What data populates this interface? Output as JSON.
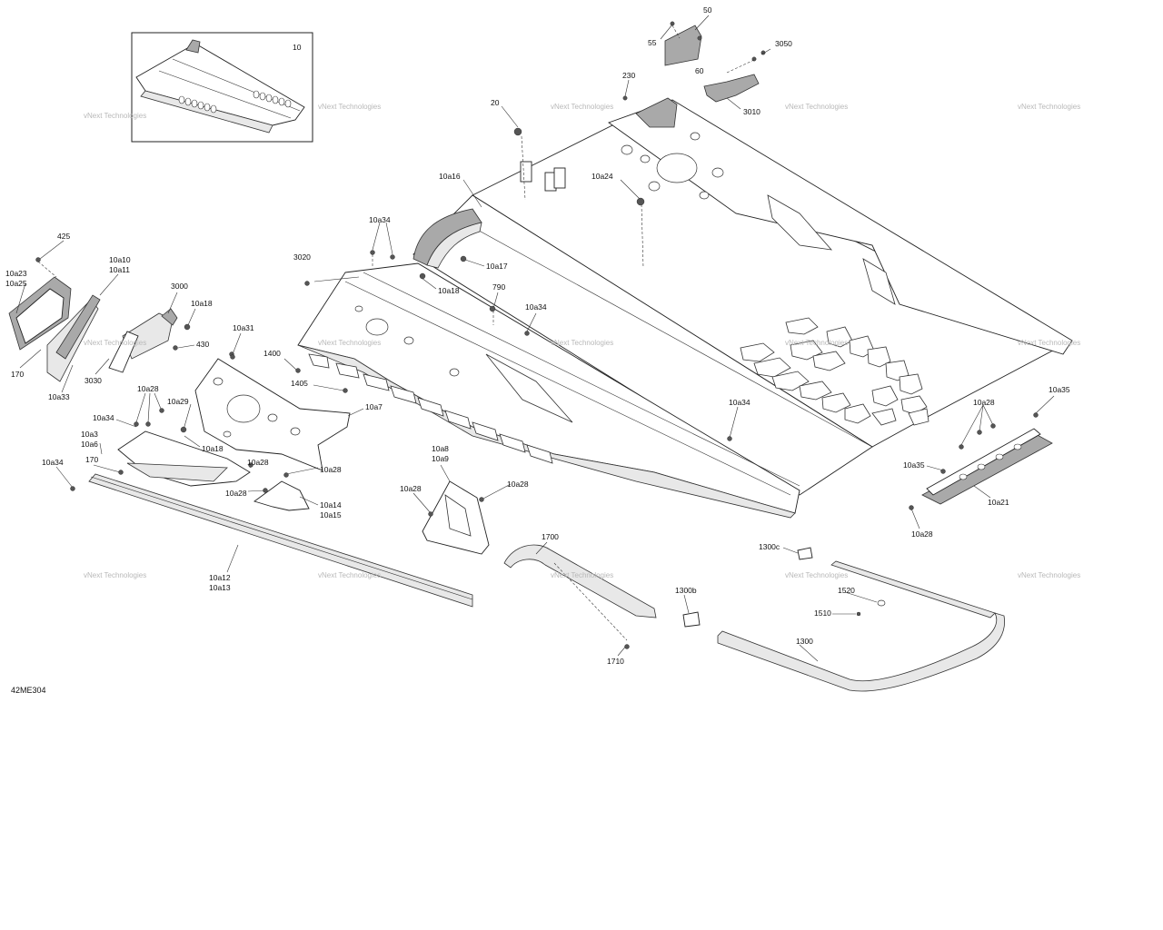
{
  "diagram": {
    "doc_id": "42ME304",
    "watermark": "vNext Technologies",
    "callouts": {
      "c10": "10",
      "c50": "50",
      "c55": "55",
      "c60": "60",
      "c3050": "3050",
      "c230": "230",
      "c3010": "3010",
      "c20": "20",
      "c10a16": "10a16",
      "c10a24": "10a24",
      "c10a34_top": "10a34",
      "c10a17": "10a17",
      "c3020": "3020",
      "c10a18_mid": "10a18",
      "c790": "790",
      "c10a34_mid": "10a34",
      "c425": "425",
      "c10a23": "10a23",
      "c10a25": "10a25",
      "c10a10": "10a10",
      "c10a11": "10a11",
      "c3000": "3000",
      "c10a18_left": "10a18",
      "c10a31": "10a31",
      "c430": "430",
      "c170_left": "170",
      "c10a33": "10a33",
      "c3030": "3030",
      "c1400": "1400",
      "c1405": "1405",
      "c10a28_a": "10a28",
      "c10a29": "10a29",
      "c10a7": "10a7",
      "c10a34_left": "10a34",
      "c10a3": "10a3",
      "c10a6": "10a6",
      "c10a18_low": "10a18",
      "c170_low": "170",
      "c10a34_far": "10a34",
      "c10a28_b": "10a28",
      "c10a28_c": "10a28",
      "c10a28_d": "10a28",
      "c10a14": "10a14",
      "c10a15": "10a15",
      "c10a34_right": "10a34",
      "c10a8": "10a8",
      "c10a9": "10a9",
      "c10a28_e": "10a28",
      "c10a28_f": "10a28",
      "c10a28_g": "10a28",
      "c10a35_top": "10a35",
      "c10a35_low": "10a35",
      "c10a21": "10a21",
      "c10a28_h": "10a28",
      "c10a12": "10a12",
      "c10a13": "10a13",
      "c1700": "1700",
      "c1300c": "1300c",
      "c1520": "1520",
      "c1300b": "1300b",
      "c1510": "1510",
      "c1300": "1300",
      "c1710": "1710"
    }
  }
}
